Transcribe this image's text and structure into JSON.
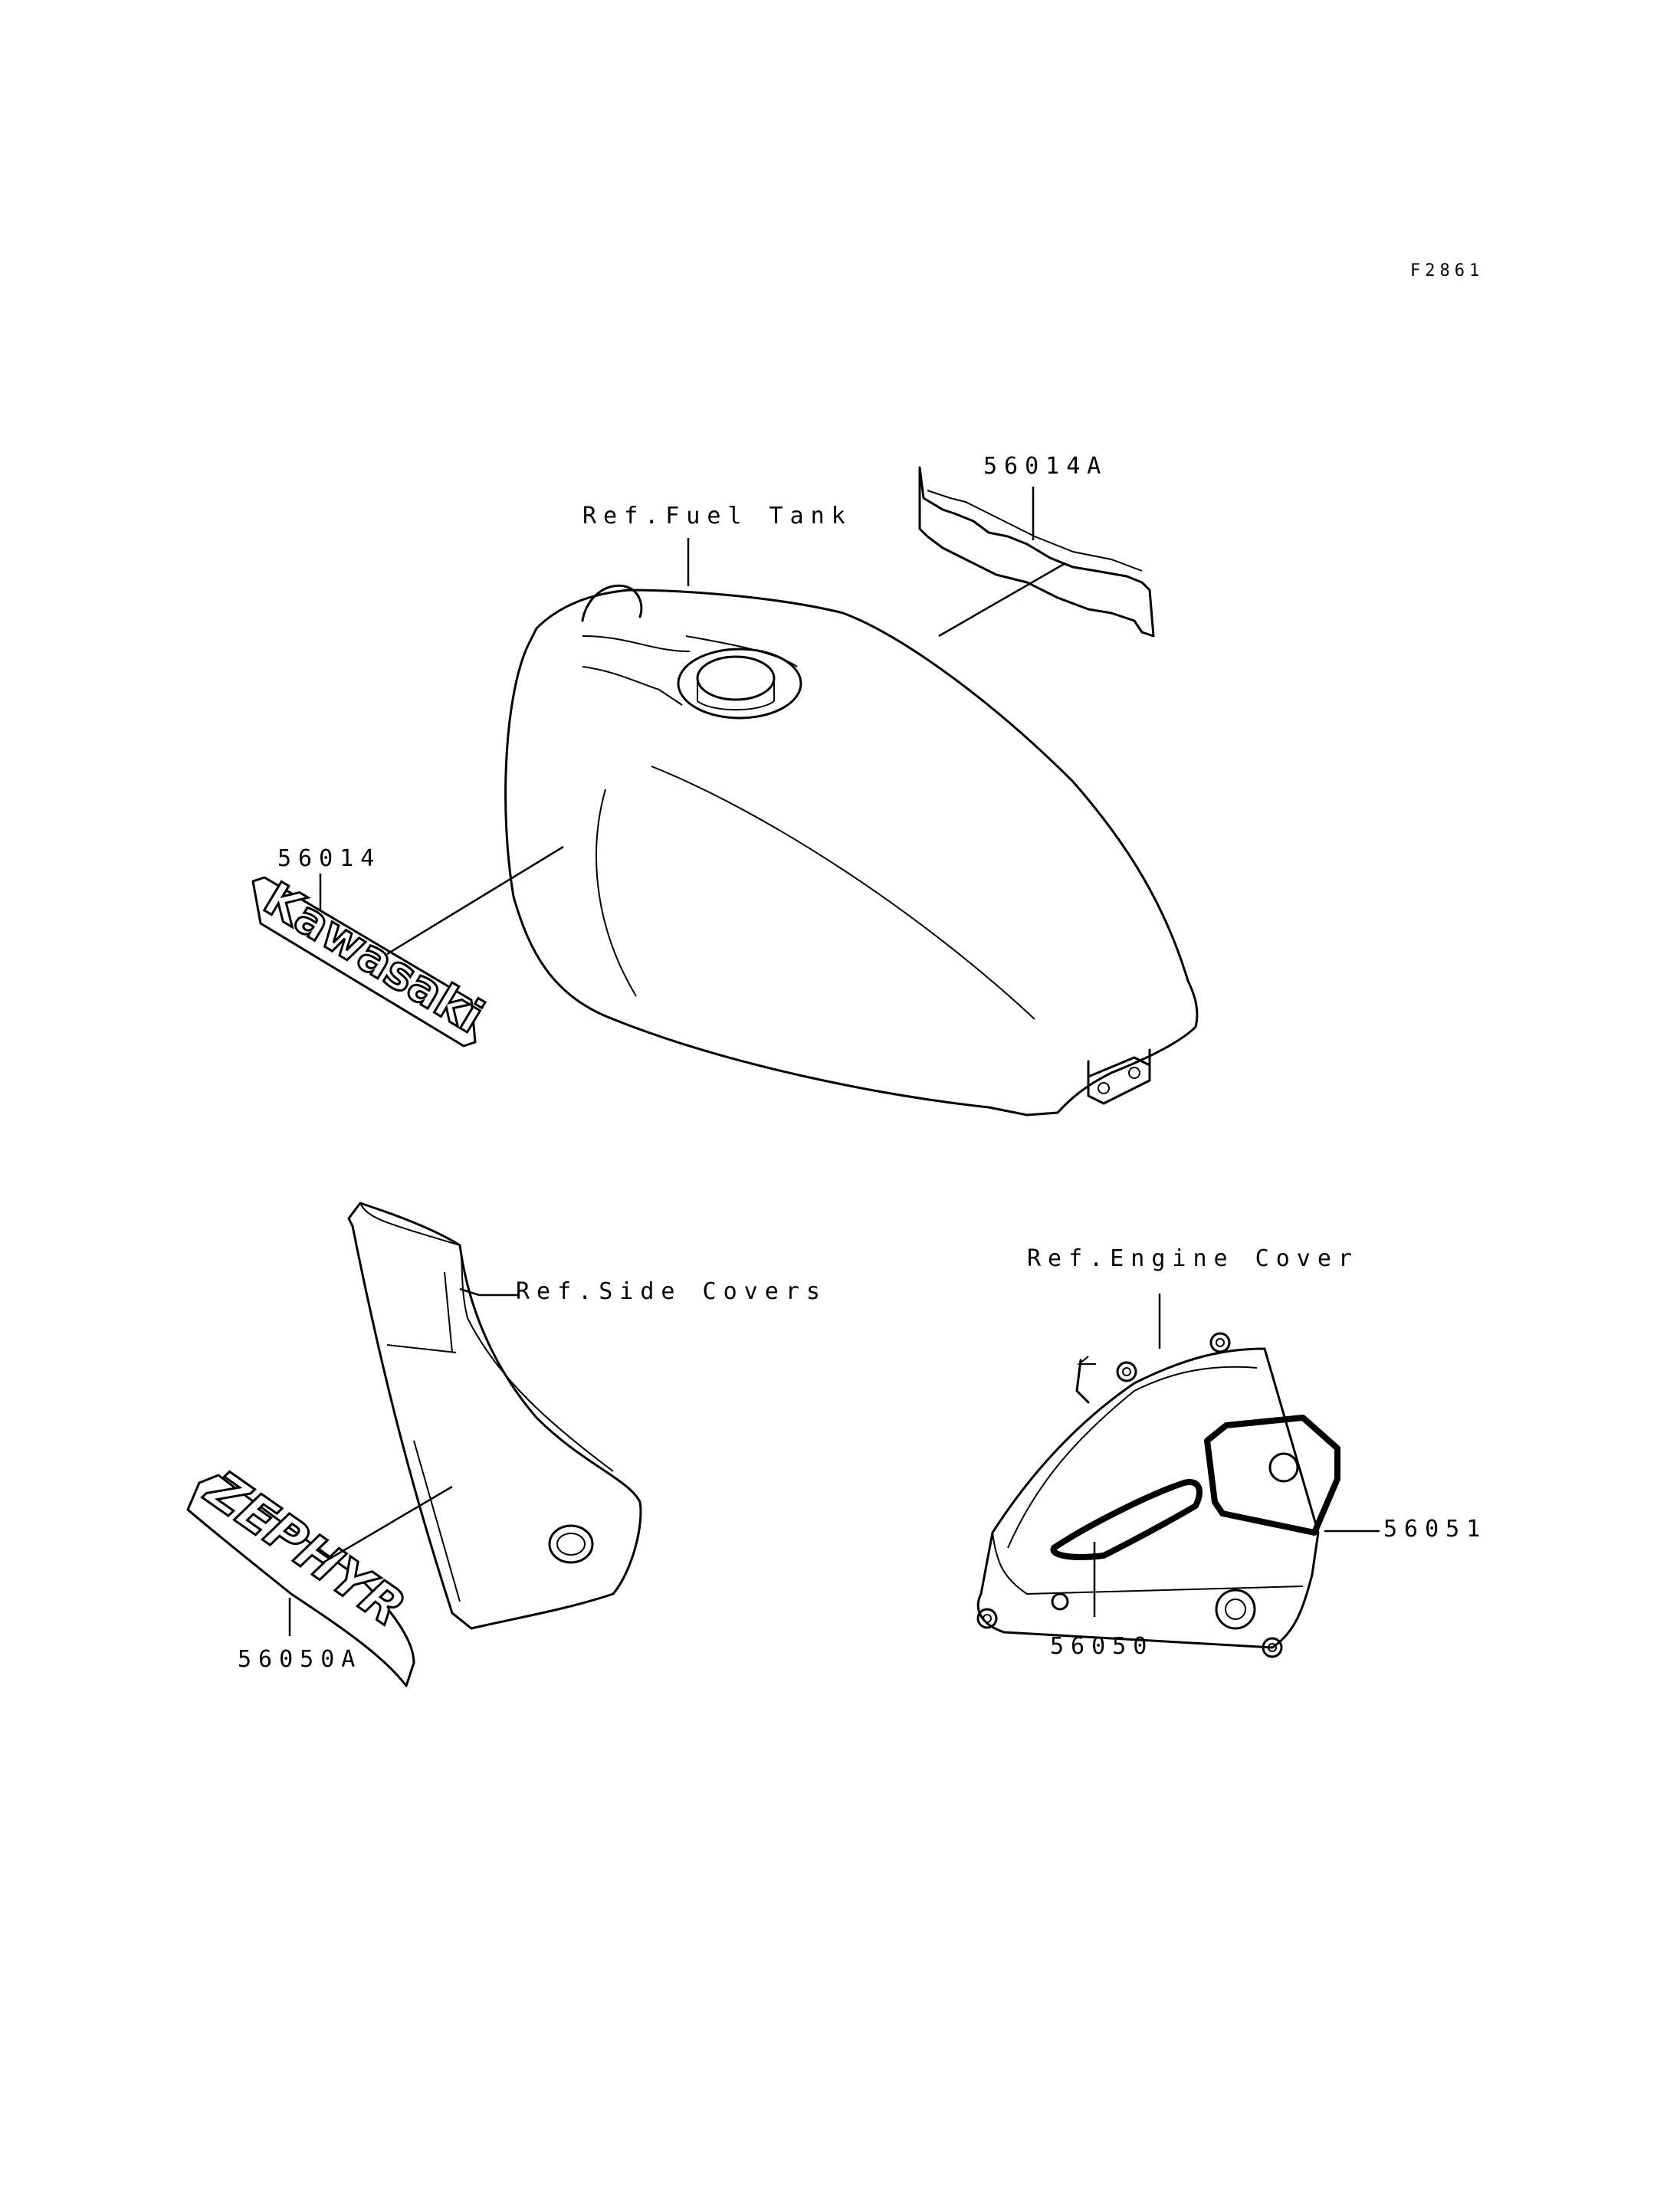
{
  "figure_id": "F2861",
  "labels": {
    "fuel_tank_ref": "Ref.Fuel Tank",
    "side_covers_ref": "Ref.Side Covers",
    "engine_cover_ref": "Ref.Engine Cover"
  },
  "parts": {
    "tank_stripe": "56014A",
    "tank_emblem": "56014",
    "side_cover_decal": "56050A",
    "engine_cover_decal": "56050",
    "engine_cover_inlay": "56051"
  },
  "decal_lettering": {
    "tank_emblem": "Kawasaki",
    "side_cover_decal": "ZEPHYR"
  }
}
